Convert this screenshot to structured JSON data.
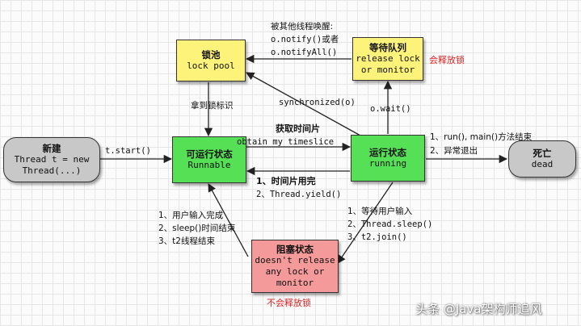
{
  "nodes": {
    "new": {
      "line1": "新建",
      "line2": "Thread t = new",
      "line3": "Thread(...)"
    },
    "runnable": {
      "line1": "可运行状态",
      "line2": "Runnable"
    },
    "running": {
      "line1": "运行状态",
      "line2": "running"
    },
    "dead": {
      "line1": "死亡",
      "line2": "dead"
    },
    "lock_pool": {
      "line1": "锁池",
      "line2": "lock pool"
    },
    "wait_queue": {
      "line1": "等待队列",
      "line2": "release lock",
      "line3": "or monitor"
    },
    "blocked": {
      "line1": "阻塞状态",
      "line2": "doesn't release",
      "line3": "any lock or",
      "line4": "monitor"
    }
  },
  "labels": {
    "start": "t.start()",
    "notify_title": "被其他线程唤醒:",
    "notify": "o.notify()或者",
    "notify_all": "o.notifyAll()",
    "release_lock": "会释放锁",
    "got_lock": "拿到锁标识",
    "synchronized": "synchronized(o)",
    "wait": "o.wait()",
    "timeslice_cn": "获取时间片",
    "timeslice_en": "obtain my timeslice",
    "timeslice_end": "1、时间片用完",
    "yield": "2、Thread.yield()",
    "dead_1": "1、run(), main()方法结束",
    "dead_2": "2、异常退出",
    "block_1": "1、等待用户输入",
    "block_2": "2、Thread.sleep()",
    "block_3": "3、t2.join()",
    "unblock_1": "1、用户输入完成",
    "unblock_2": "2、sleep()时间结束",
    "unblock_3": "3、t2线程结束",
    "no_release": "不会释放锁"
  },
  "watermark": "头条 @Java架构师追风",
  "colors": {
    "yellow": "#fdf37a",
    "green": "#55e055",
    "red": "#f59a9a",
    "gray": "#c8c8c8",
    "red_text": "#dd2222"
  }
}
